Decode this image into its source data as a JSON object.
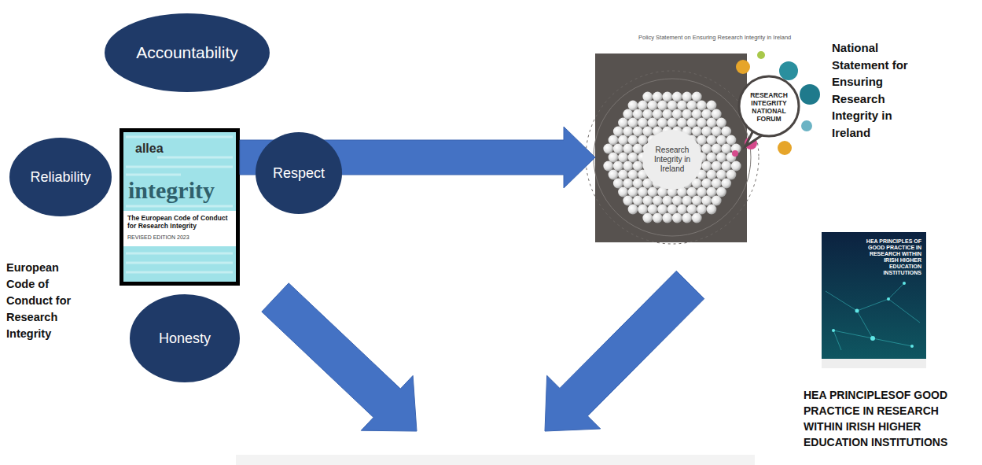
{
  "diagram": {
    "nodes": [
      {
        "text": [
          "Accountability"
        ]
      },
      {
        "text": [
          "Reliability"
        ]
      },
      {
        "text": [
          "European Code of Conduct for Research Integrity"
        ]
      },
      {
        "text": [
          "Respect"
        ]
      },
      {
        "text": [
          "Honesty"
        ]
      },
      {
        "text": [
          "National Statement for Ensuring Research Integrity in Ireland"
        ]
      },
      {
        "text": [
          "HEA PRINCIPLESOF GOOD PRACTICE IN RESEARCH WITHIN IRISH HIGHER EDUCATION INSTITUTIONS"
        ]
      }
    ],
    "edges": [
      {
        "from": 2,
        "to": 5,
        "arrow": "to"
      }
    ],
    "labels": [
      "allea",
      "integrity",
      "The European Code of Conduct for Research Integrity",
      "REVISED EDITION 2023",
      "Policy Statement on Ensuring Research Integrity in Ireland",
      "RESEARCH INTEGRITY NATIONAL FORUM",
      "Research Integrity in Ireland",
      "HEA PRINCIPLES OF GOOD PRACTICE IN RESEARCH WITHIN IRISH HIGHER EDUCATION INSTITUTIONS"
    ]
  }
}
